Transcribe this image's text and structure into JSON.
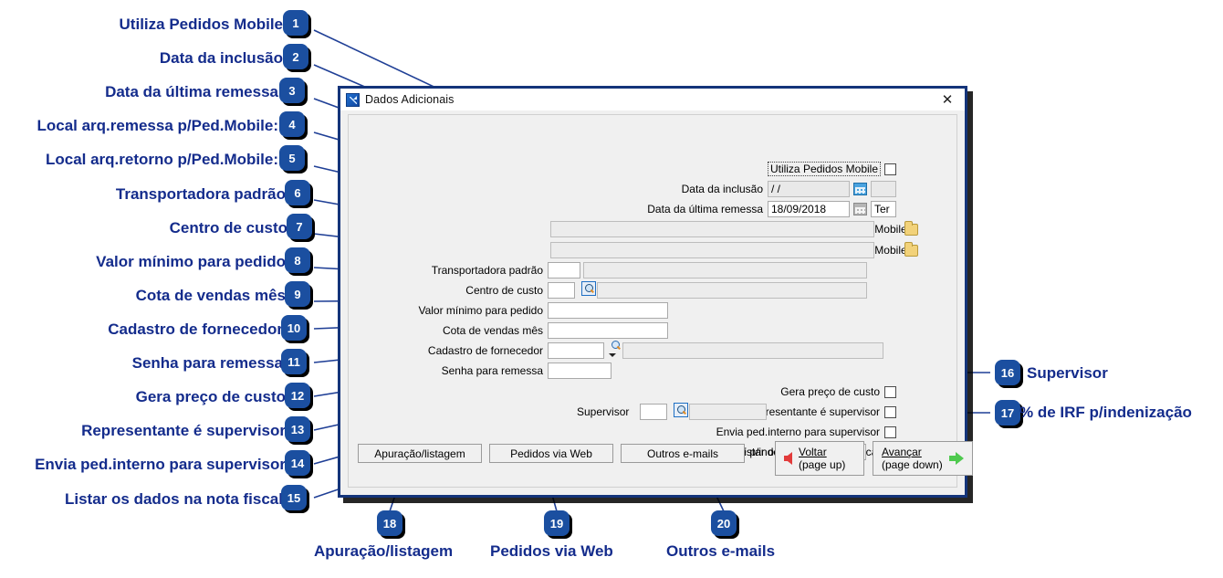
{
  "dialog": {
    "title": "Dados Adicionais",
    "close_icon": "close-icon",
    "app_icon": "app-icon",
    "fields": {
      "utiliza_pedidos_mobile_label": "Utiliza Pedidos Mobile",
      "data_inclusao_label": "Data da inclusão",
      "data_inclusao_value": "/  /",
      "data_ultima_remessa_label": "Data da última remessa",
      "data_ultima_remessa_value": "18/09/2018",
      "data_ultima_remessa_weekday": "Ter",
      "local_remessa_label": "Local arq.remessa p/Ped.Mobile:",
      "local_remessa_value": "",
      "local_retorno_label": "Local arq.retorno p/Ped.Mobile:",
      "local_retorno_value": "",
      "transportadora_label": "Transportadora padrão",
      "transportadora_code": "",
      "transportadora_desc": "",
      "centro_custo_label": "Centro de custo",
      "centro_custo_code": "",
      "centro_custo_desc": "",
      "valor_minimo_label": "Valor mínimo para pedido",
      "valor_minimo_value": "",
      "cota_vendas_label": "Cota de vendas mês",
      "cota_vendas_value": "",
      "cadastro_fornecedor_label": "Cadastro de fornecedor",
      "cadastro_fornecedor_code": "",
      "cadastro_fornecedor_desc": "",
      "senha_remessa_label": "Senha para remessa",
      "senha_remessa_value": "",
      "gera_preco_custo_label": "Gera preço de custo",
      "representante_supervisor_label": "Representante é supervisor",
      "envia_ped_interno_label": "Envia ped.interno para supervisor",
      "listar_dados_nf_label": "Listar os dados na nota fiscal",
      "supervisor_label": "Supervisor",
      "supervisor_code": "",
      "supervisor_desc": "",
      "irf_label": "% de IRF p/indenização",
      "irf_value": ""
    },
    "buttons": {
      "apuracao": "Apuração/listagem",
      "pedidos_web": "Pedidos via Web",
      "outros_emails": "Outros e-mails",
      "voltar_line1": "Voltar",
      "voltar_line2": "(page up)",
      "avancar_line1": "Avançar",
      "avancar_line2": "(page down)"
    }
  },
  "annotations": {
    "color": "#142c8c",
    "badge_color": "#1b4fa0",
    "left": [
      {
        "n": "1",
        "label": "Utiliza Pedidos Mobile"
      },
      {
        "n": "2",
        "label": "Data da inclusão"
      },
      {
        "n": "3",
        "label": "Data da última remessa"
      },
      {
        "n": "4",
        "label": "Local arq.remessa p/Ped.Mobile:"
      },
      {
        "n": "5",
        "label": "Local arq.retorno p/Ped.Mobile:"
      },
      {
        "n": "6",
        "label": "Transportadora padrão"
      },
      {
        "n": "7",
        "label": "Centro de custo"
      },
      {
        "n": "8",
        "label": "Valor mínimo para pedido"
      },
      {
        "n": "9",
        "label": "Cota de vendas mês"
      },
      {
        "n": "10",
        "label": "Cadastro de fornecedor"
      },
      {
        "n": "11",
        "label": "Senha para remessa"
      },
      {
        "n": "12",
        "label": "Gera preço de custo"
      },
      {
        "n": "13",
        "label": "Representante é supervisor"
      },
      {
        "n": "14",
        "label": "Envia ped.interno para supervisor"
      },
      {
        "n": "15",
        "label": "Listar os dados na nota fiscal"
      }
    ],
    "right": [
      {
        "n": "16",
        "label": "Supervisor"
      },
      {
        "n": "17",
        "label": "% de IRF p/indenização"
      }
    ],
    "bottom": [
      {
        "n": "18",
        "label": "Apuração/listagem"
      },
      {
        "n": "19",
        "label": "Pedidos via Web"
      },
      {
        "n": "20",
        "label": "Outros e-mails"
      }
    ]
  }
}
